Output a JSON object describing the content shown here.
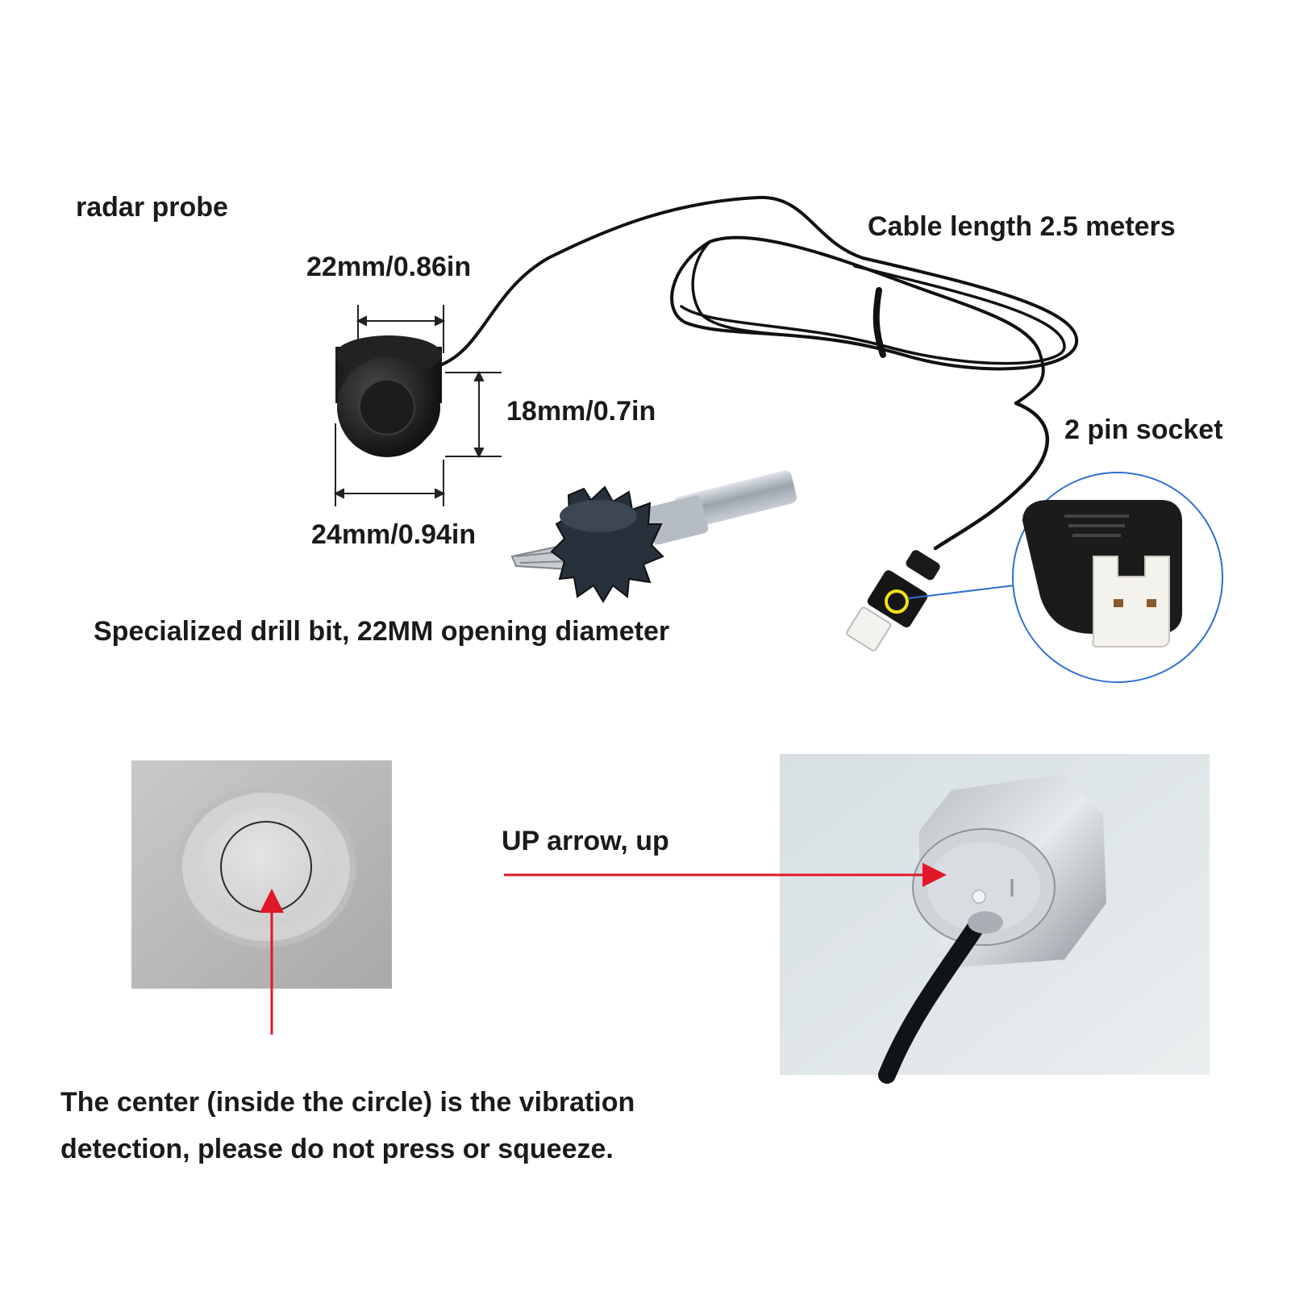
{
  "labels": {
    "radar_probe": "radar probe",
    "cable_length": "Cable length 2.5 meters",
    "width_top": "22mm/0.86in",
    "height": "18mm/0.7in",
    "width_bottom": "24mm/0.94in",
    "socket": "2 pin socket",
    "drill_bit": "Specialized drill bit, 22MM opening diameter",
    "up_arrow": "UP arrow, up",
    "note_line1": "The center (inside the circle) is the vibration",
    "note_line2": "detection, please do not press or squeeze."
  },
  "colors": {
    "text": "#1a1a1a",
    "arrow": "#e0182a",
    "callout": "#2f6fd0",
    "highlight": "#f2e21a",
    "cable": "#111111"
  },
  "icons": [
    "probe-sensor",
    "drill-bit-icon",
    "connector-icon",
    "bumper-sensor-photo",
    "sensor-side-photo"
  ]
}
